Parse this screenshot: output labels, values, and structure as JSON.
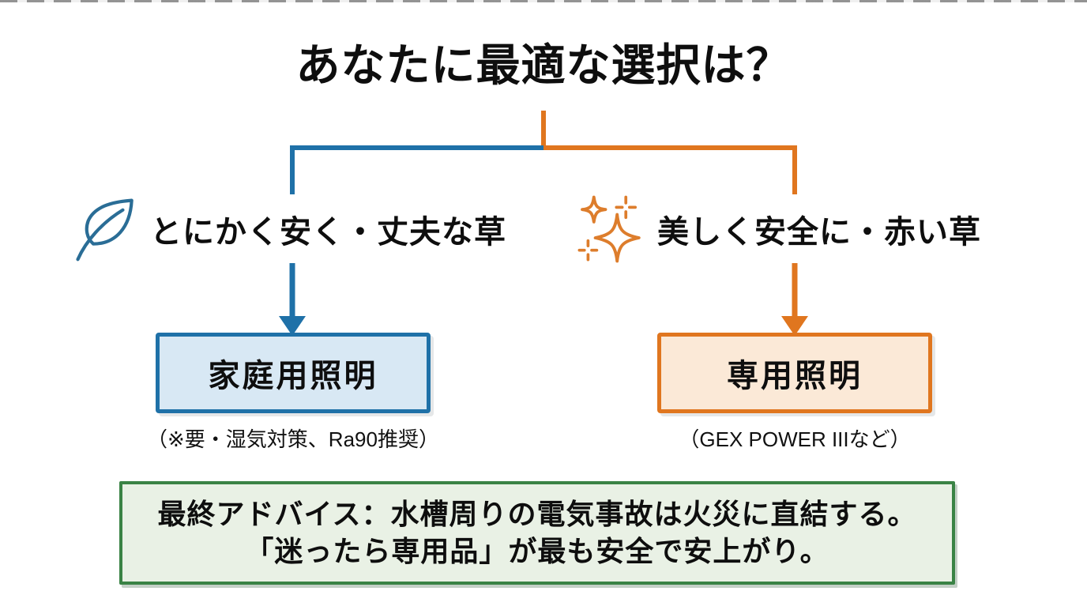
{
  "page": {
    "title": "あなたに最適な選択は？",
    "background": "#ffffff"
  },
  "branches": [
    {
      "icon": "leaf-icon",
      "criteria_label": "とにかく安く・丈夫な草",
      "result_box": "家庭用照明",
      "caption": "（※要・湿気対策、Ra90推奨）",
      "accent_color": "#1f71a8",
      "box_fill": "#d8e8f4",
      "icon_color": "#2a6d96"
    },
    {
      "icon": "sparkles-icon",
      "criteria_label": "美しく安全に・赤い草",
      "result_box": "専用照明",
      "caption": "（GEX POWER IIIなど）",
      "accent_color": "#e0761f",
      "box_fill": "#fbe9d7",
      "icon_color": "#dd7d2c"
    }
  ],
  "advice_box": {
    "line1": "最終アドバイス：水槽周りの電気事故は火災に直結する。",
    "line2": "「迷ったら専用品」が最も安全で安上がり。",
    "border_color": "#3a8345",
    "fill_color": "#e9f1e5"
  }
}
